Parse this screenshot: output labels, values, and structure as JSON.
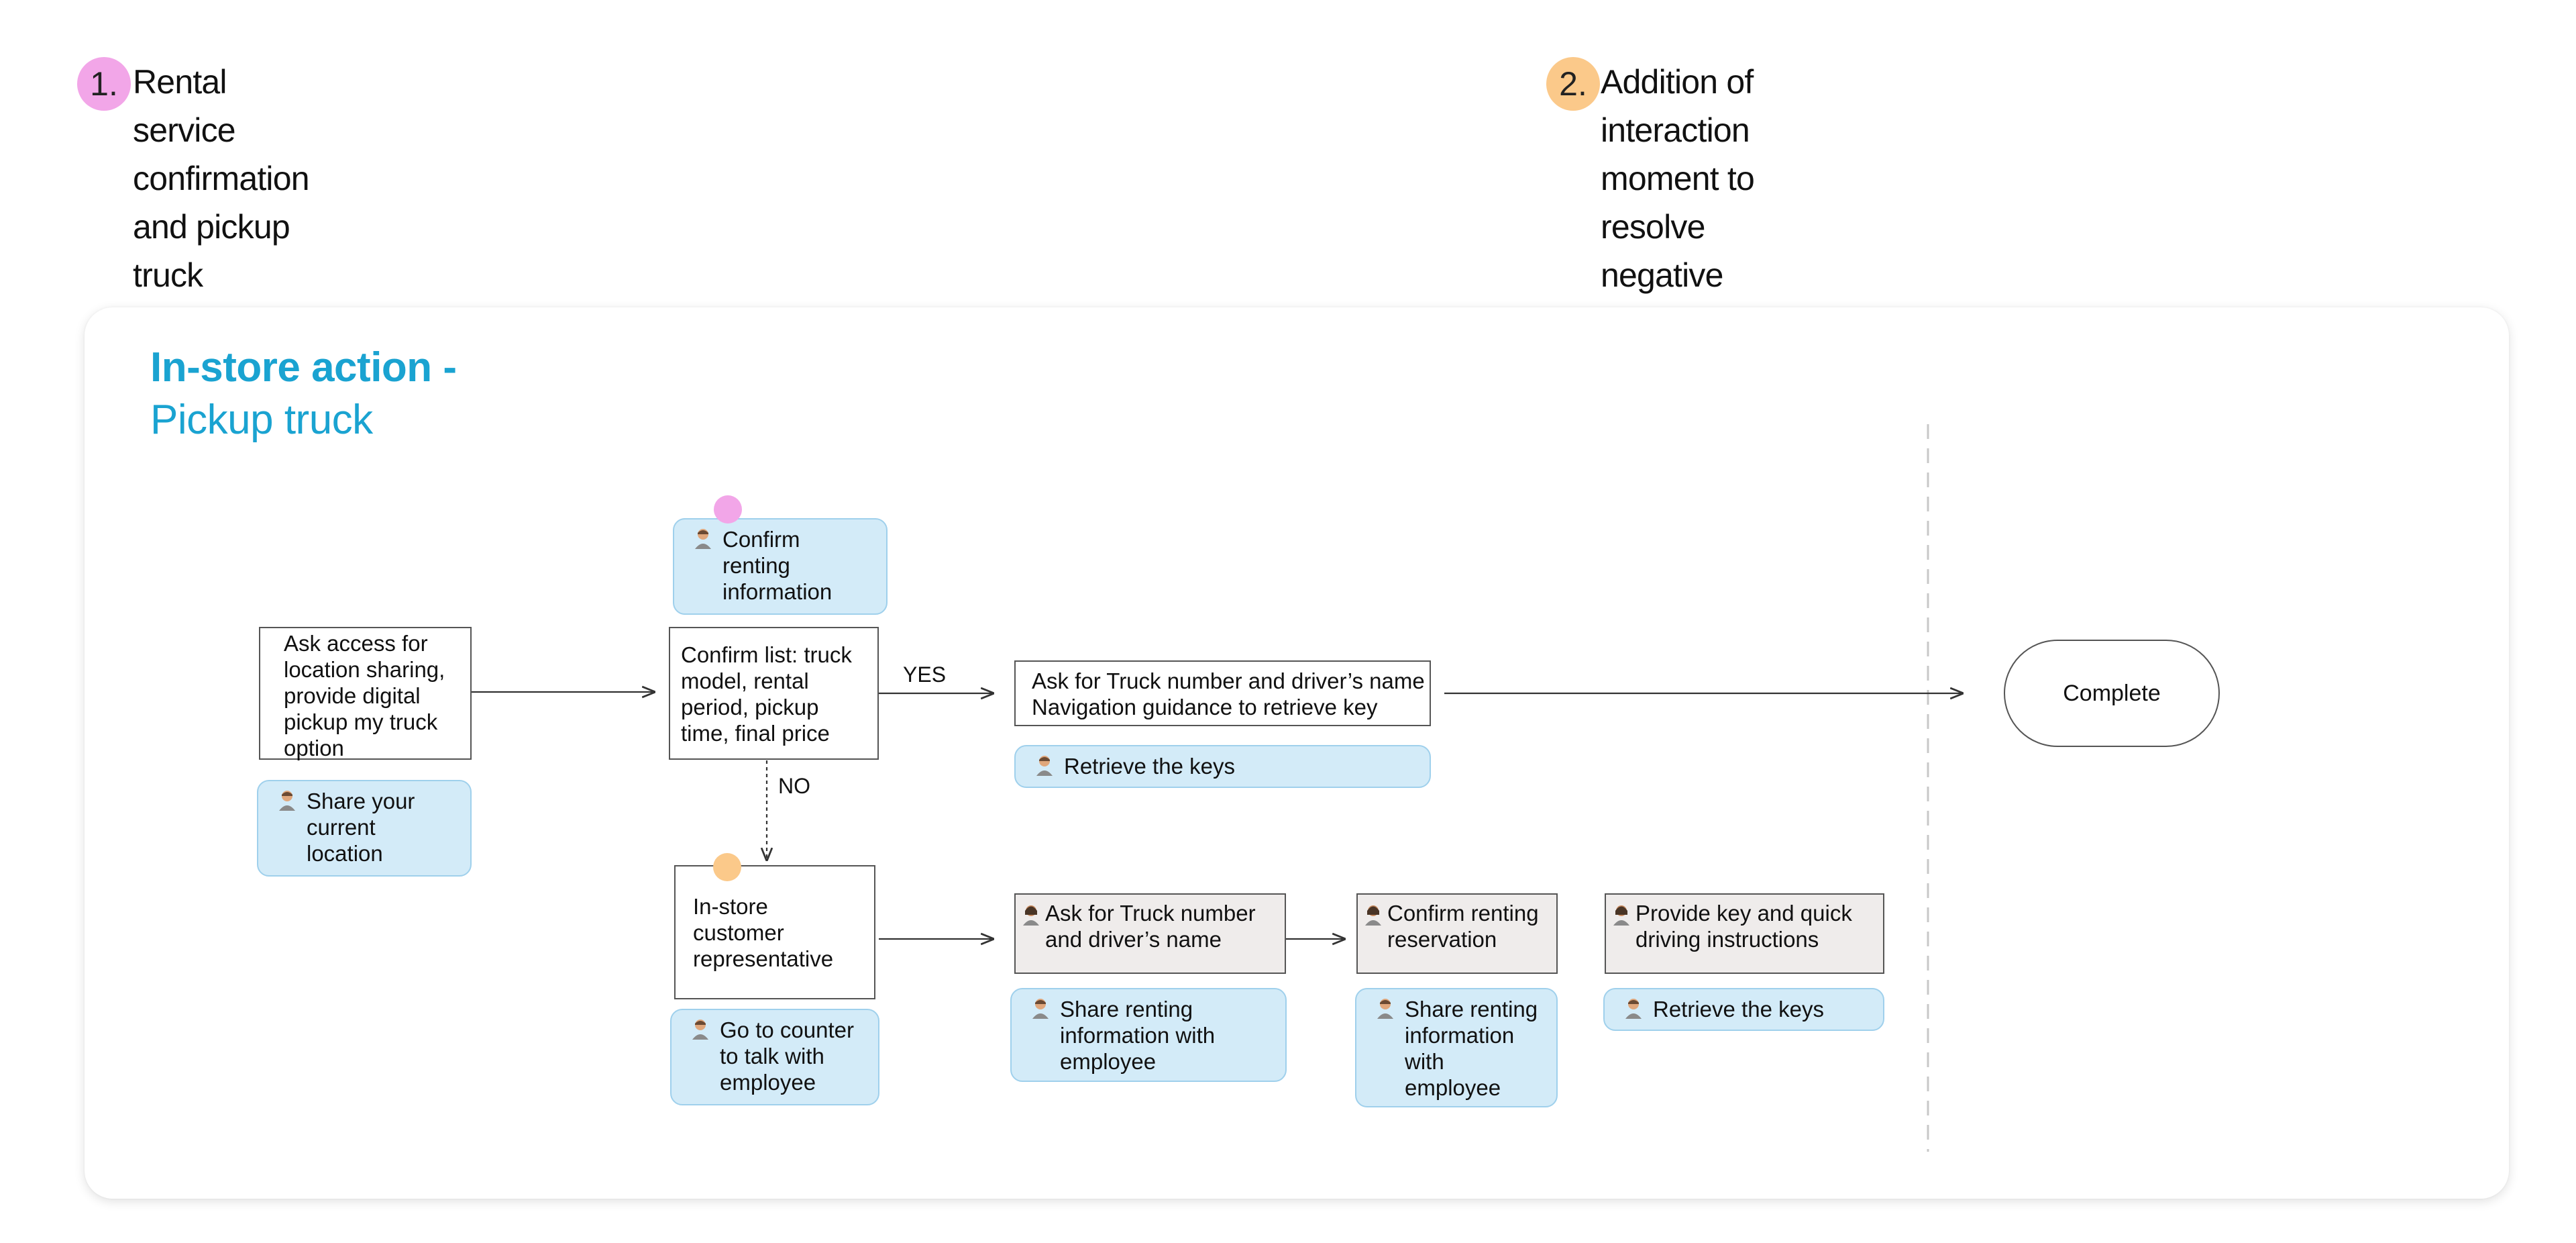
{
  "colors": {
    "pink": "#f2a6e8",
    "orange": "#fbc98a",
    "heading_blue": "#1aa3d1",
    "note_fill": "#d3ebf8",
    "gray_box": "#efeceb"
  },
  "legend": [
    {
      "number": "1.",
      "text": "Rental service confirmation and pickup truck",
      "color": "pink"
    },
    {
      "number": "2.",
      "text": "Addition of interaction moment to\nresolve negative service experiences",
      "color": "orange"
    }
  ],
  "panel": {
    "title_bold": "In-store action -",
    "title_light": "Pickup truck"
  },
  "boxes": {
    "ask_access": "Ask access for\nlocation sharing,\nprovide digital\npickup my truck\noption",
    "confirm_list": "Confirm list:  truck\nmodel, rental\nperiod, pickup\ntime, final price",
    "ask_truck_nav": "Ask for Truck number and driver’s name\nNavigation guidance to retrieve key",
    "complete": "Complete",
    "instore_rep": "In-store\ncustomer\nrepresentative",
    "ask_truck_driver": "Ask for Truck number\nand driver’s name",
    "confirm_reservation": "Confirm renting\nreservation",
    "provide_key": "Provide key and quick\ndriving instructions"
  },
  "notes": {
    "confirm_renting": "Confirm\nrenting\ninformation",
    "share_location": "Share your\ncurrent\nlocation",
    "retrieve_keys_top": "Retrieve the keys",
    "go_counter": "Go to counter\nto talk with\nemployee",
    "share_renting_1": "Share renting\ninformation with\nemployee",
    "share_renting_2": "Share renting\ninformation\nwith\nemployee",
    "retrieve_keys_bottom": "Retrieve the keys"
  },
  "labels": {
    "yes": "YES",
    "no": "NO"
  },
  "icons": {
    "customer": "customer-person-icon",
    "employee": "employee-person-icon"
  }
}
